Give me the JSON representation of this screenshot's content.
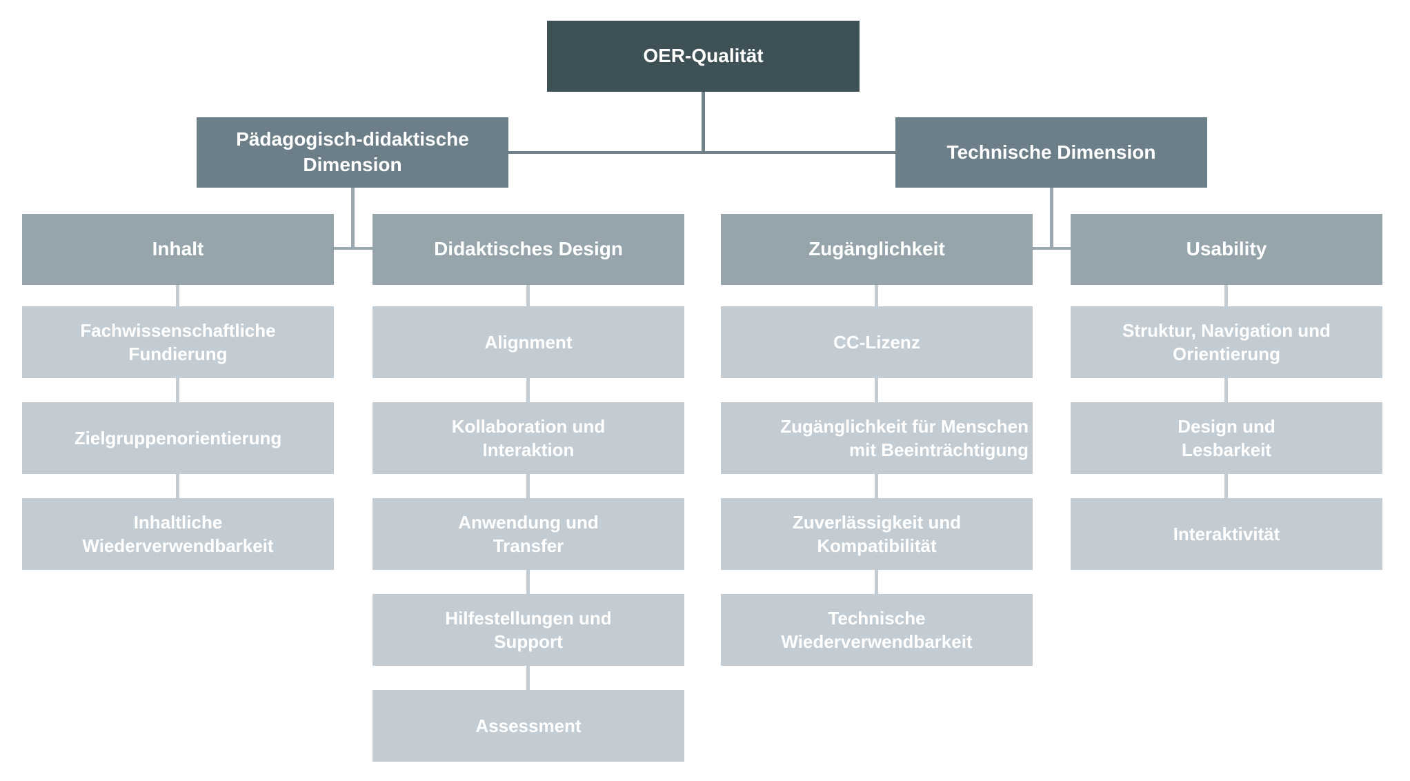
{
  "diagram": {
    "title": "OER-Qualität",
    "root": {
      "label": "OER-Qualität"
    },
    "branches": [
      {
        "dimension": {
          "label": "Pädagogisch-didaktische\nDimension"
        },
        "columns": [
          {
            "header": "Inhalt",
            "items": [
              "Fachwissenschaftliche\nFundierung",
              "Zielgruppenorientierung",
              "Inhaltliche\nWiederverwendbarkeit"
            ]
          },
          {
            "header": "Didaktisches Design",
            "items": [
              "Alignment",
              "Kollaboration und\nInteraktion",
              "Anwendung und\nTransfer",
              "Hilfestellungen und\nSupport",
              "Assessment"
            ]
          }
        ]
      },
      {
        "dimension": {
          "label": "Technische Dimension"
        },
        "columns": [
          {
            "header": "Zugänglichkeit",
            "items": [
              "CC-Lizenz",
              "Zugänglichkeit für Menschen\nmit Beeinträchtigung",
              "Zuverlässigkeit und\nKompatibilität",
              "Technische\nWiederverwendbarkeit"
            ]
          },
          {
            "header": "Usability",
            "items": [
              "Struktur, Navigation und\nOrientierung",
              "Design und\nLesbarkeit",
              "Interaktivität"
            ]
          }
        ]
      }
    ],
    "colors": {
      "level1_fill": "#3E5156",
      "level2_fill": "#6C7F88",
      "level3_fill": "#96A4AC",
      "level4_fill": "#C3CCD3",
      "connector_dark": "#6F8189",
      "connector_mid": "#9BA8AF",
      "connector_light": "#C3CCD3",
      "text": "#FFFFFF",
      "background": "#FFFFFF"
    }
  }
}
